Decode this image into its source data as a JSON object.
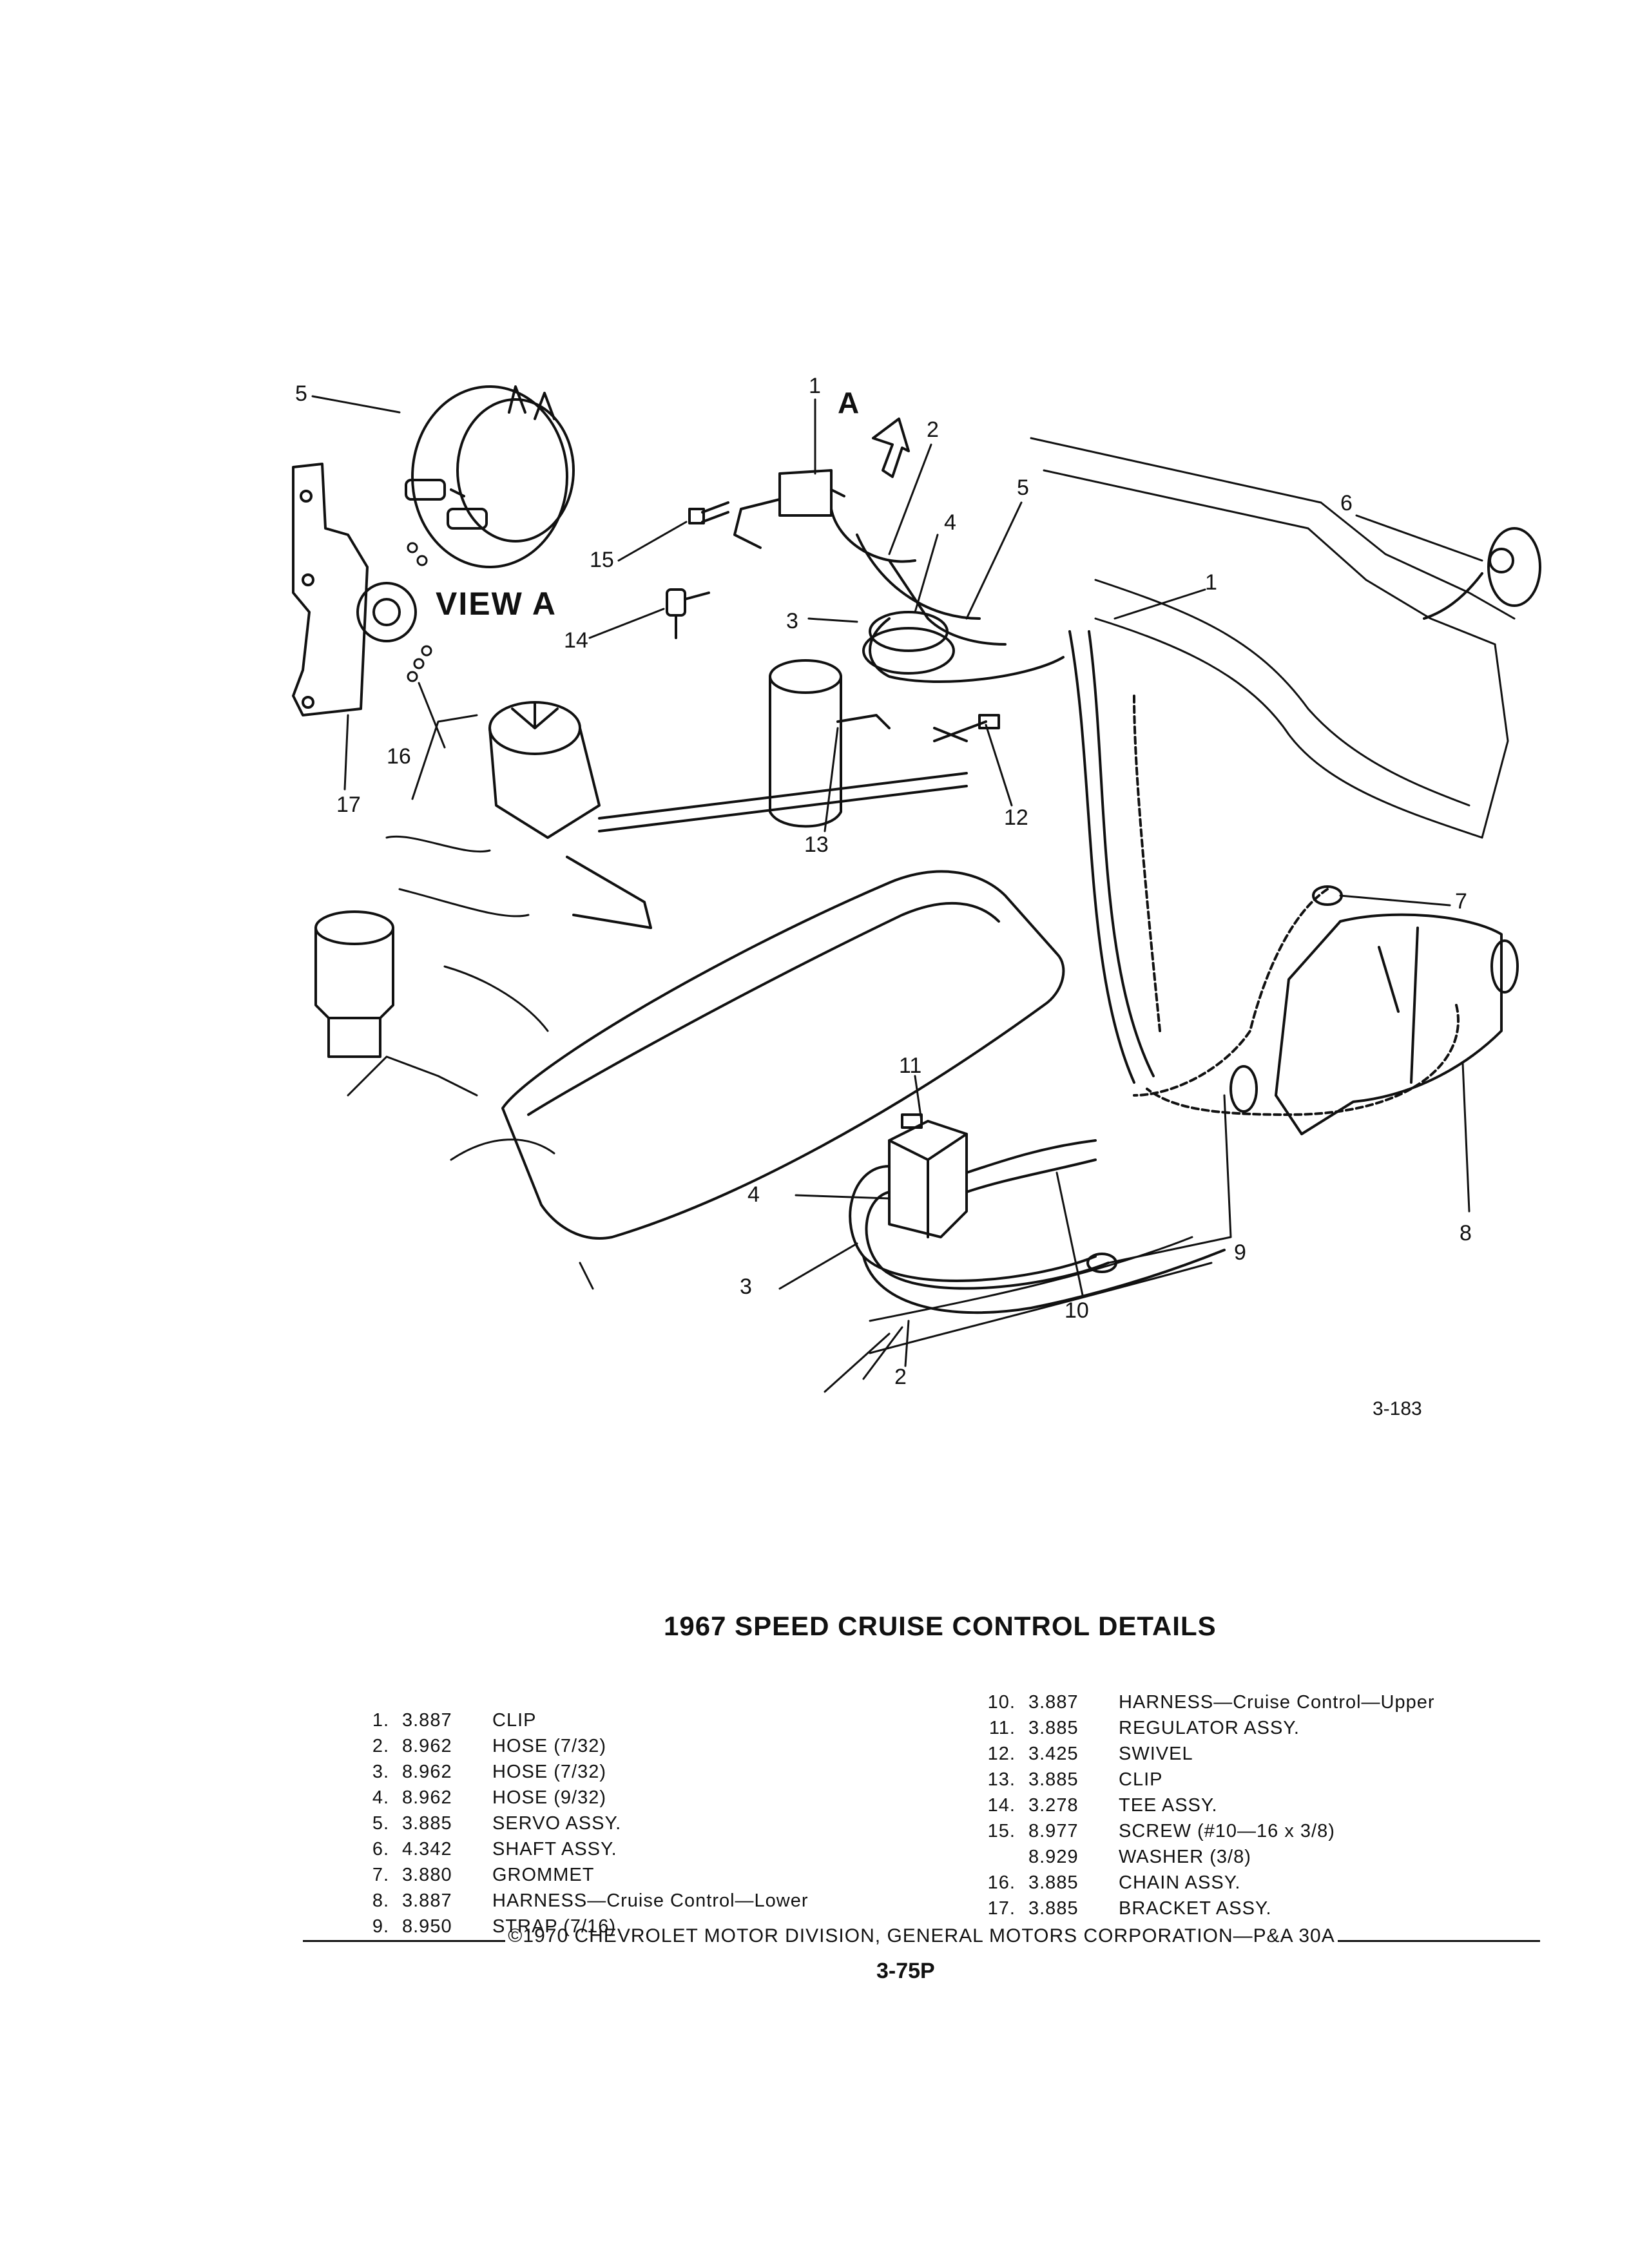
{
  "diagram": {
    "view_label": "VIEW A",
    "arrow_label": "A",
    "figure_number": "3-183",
    "callouts": [
      {
        "id": "c5-top",
        "text": "5"
      },
      {
        "id": "c1-top",
        "text": "1"
      },
      {
        "id": "c2-top",
        "text": "2"
      },
      {
        "id": "c5-mid",
        "text": "5"
      },
      {
        "id": "c4-top",
        "text": "4"
      },
      {
        "id": "c6",
        "text": "6"
      },
      {
        "id": "c15",
        "text": "15"
      },
      {
        "id": "c3-top",
        "text": "3"
      },
      {
        "id": "c1-right",
        "text": "1"
      },
      {
        "id": "c14",
        "text": "14"
      },
      {
        "id": "c16",
        "text": "16"
      },
      {
        "id": "c17",
        "text": "17"
      },
      {
        "id": "c13",
        "text": "13"
      },
      {
        "id": "c12",
        "text": "12"
      },
      {
        "id": "c7",
        "text": "7"
      },
      {
        "id": "c11",
        "text": "11"
      },
      {
        "id": "c4-low",
        "text": "4"
      },
      {
        "id": "c3-low",
        "text": "3"
      },
      {
        "id": "c9",
        "text": "9"
      },
      {
        "id": "c8",
        "text": "8"
      },
      {
        "id": "c10",
        "text": "10"
      },
      {
        "id": "c2-low",
        "text": "2"
      }
    ]
  },
  "title": "1967 SPEED CRUISE CONTROL DETAILS",
  "parts_left": [
    {
      "no": "1.",
      "part": "3.887",
      "desc": "CLIP"
    },
    {
      "no": "2.",
      "part": "8.962",
      "desc": "HOSE (7/32)"
    },
    {
      "no": "3.",
      "part": "8.962",
      "desc": "HOSE (7/32)"
    },
    {
      "no": "4.",
      "part": "8.962",
      "desc": "HOSE (9/32)"
    },
    {
      "no": "5.",
      "part": "3.885",
      "desc": "SERVO ASSY."
    },
    {
      "no": "6.",
      "part": "4.342",
      "desc": "SHAFT ASSY."
    },
    {
      "no": "7.",
      "part": "3.880",
      "desc": "GROMMET"
    },
    {
      "no": "8.",
      "part": "3.887",
      "desc": "HARNESS—Cruise Control—Lower"
    },
    {
      "no": "9.",
      "part": "8.950",
      "desc": "STRAP (7/16)"
    }
  ],
  "parts_right": [
    {
      "no": "10.",
      "part": "3.887",
      "desc": "HARNESS—Cruise Control—Upper"
    },
    {
      "no": "11.",
      "part": "3.885",
      "desc": "REGULATOR ASSY."
    },
    {
      "no": "12.",
      "part": "3.425",
      "desc": "SWIVEL"
    },
    {
      "no": "13.",
      "part": "3.885",
      "desc": "CLIP"
    },
    {
      "no": "14.",
      "part": "3.278",
      "desc": "TEE ASSY."
    },
    {
      "no": "15.",
      "part": "8.977",
      "desc": "SCREW (#10—16 x 3/8)"
    },
    {
      "no": "",
      "part": "8.929",
      "desc": "WASHER (3/8)"
    },
    {
      "no": "16.",
      "part": "3.885",
      "desc": "CHAIN ASSY."
    },
    {
      "no": "17.",
      "part": "3.885",
      "desc": "BRACKET ASSY."
    }
  ],
  "copyright": "©1970 CHEVROLET MOTOR DIVISION, GENERAL MOTORS CORPORATION—P&A 30A",
  "page_number": "3-75P"
}
